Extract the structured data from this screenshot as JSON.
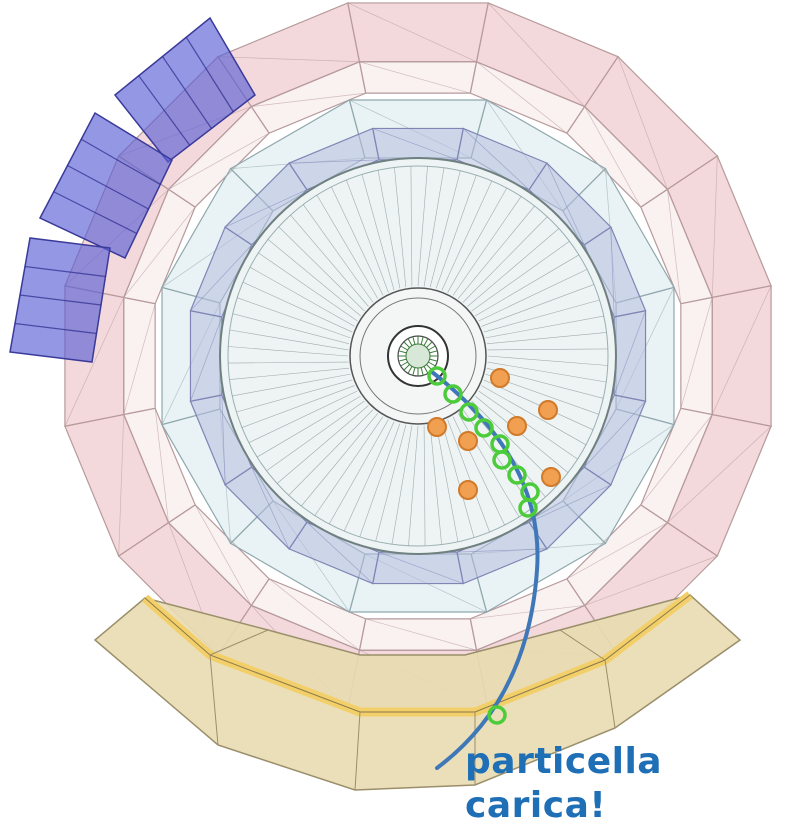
{
  "annotation": {
    "line1": "particella",
    "line2": "carica!"
  },
  "colors": {
    "outer_ring": "#e9b9bd",
    "outer_ring_stroke": "#b79a9c",
    "mid_ring": "#d4e6ea",
    "mid_ring_stroke": "#8fa8ad",
    "calorimeter": "#b7bde0",
    "calorimeter_stroke": "#7f86b5",
    "tracker": "#eef3f3",
    "tracker_stroke": "#6f8080",
    "muon_chambers": "#5a5fd6",
    "bottom_segment": "#e8dcb0",
    "bottom_stripe": "#f3cf6a",
    "hit_green": "#4ccc3a",
    "hit_orange": "#f0a050",
    "track": "#3f78b8",
    "label": "#1f6fb6"
  },
  "icons": {
    "green_hit": "track-hit-circle",
    "orange_hit": "energy-deposit-circle"
  }
}
